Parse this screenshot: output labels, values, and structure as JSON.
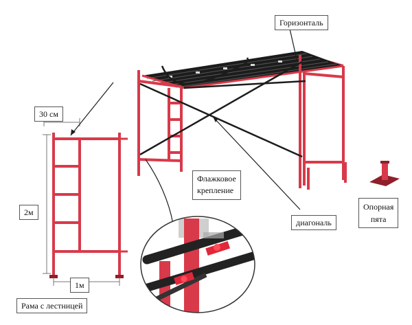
{
  "labels": {
    "horizontal": "Горизонталь",
    "flag_line1": "Флажковое",
    "flag_line2": "крепление",
    "diagonal": "диагональ",
    "base_line1": "Опорная",
    "base_line2": "пята",
    "frame_caption": "Рама с лестницей"
  },
  "dimensions": {
    "width_top": "30 см",
    "height": "2м",
    "width_bottom": "1м"
  },
  "colors": {
    "frame_red": "#d83a4a",
    "frame_dark": "#8f1f2a",
    "plank_black": "#1c1c1c"
  }
}
